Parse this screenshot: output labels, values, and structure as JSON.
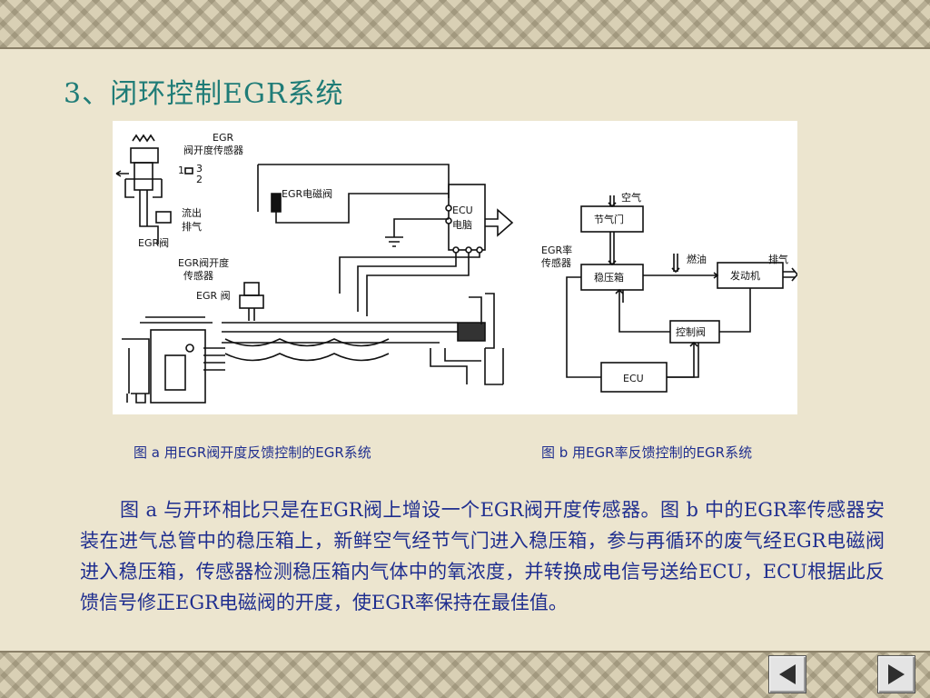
{
  "title": "3、闭环控制EGR系统",
  "figure_a": {
    "labels": {
      "egr": "EGR",
      "sensor_top": "阀开度传感器",
      "pins_1": "1",
      "pins_3": "3",
      "pins_2": "2",
      "outflow": "流出",
      "exhaust": "排气",
      "egr_valve_1": "EGR阀",
      "solenoid": "EGR电磁阀",
      "ecu": "ECU",
      "ecu_cn": "电脑",
      "sensor_mid_1": "EGR阀开度",
      "sensor_mid_2": "传感器",
      "egr_valve_2": "EGR 阀"
    },
    "caption": "图 a 用EGR阀开度反馈控制的EGR系统"
  },
  "figure_b": {
    "labels": {
      "air": "空气",
      "throttle": "节气门",
      "egr_rate_1": "EGR率",
      "egr_rate_2": "传感器",
      "surge_tank": "稳压箱",
      "fuel": "燃油",
      "engine": "发动机",
      "exhaust": "排气",
      "control_valve": "控制阀",
      "ecu": "ECU"
    },
    "caption": "图 b 用EGR率反馈控制的EGR系统"
  },
  "paragraph": "图 a 与开环相比只是在EGR阀上增设一个EGR阀开度传感器。图 b 中的EGR率传感器安装在进气总管中的稳压箱上，新鲜空气经节气门进入稳压箱，参与再循环的废气经EGR电磁阀进入稳压箱，传感器检测稳压箱内气体中的氧浓度，并转换成电信号送给ECU，ECU根据此反馈信号修正EGR电磁阀的开度，使EGR率保持在最佳值。",
  "nav": {
    "prev_icon": "triangle-left-icon",
    "next_icon": "triangle-right-icon"
  },
  "colors": {
    "title": "#1f7c77",
    "text": "#1f2e8f",
    "background": "#ece5cf"
  }
}
